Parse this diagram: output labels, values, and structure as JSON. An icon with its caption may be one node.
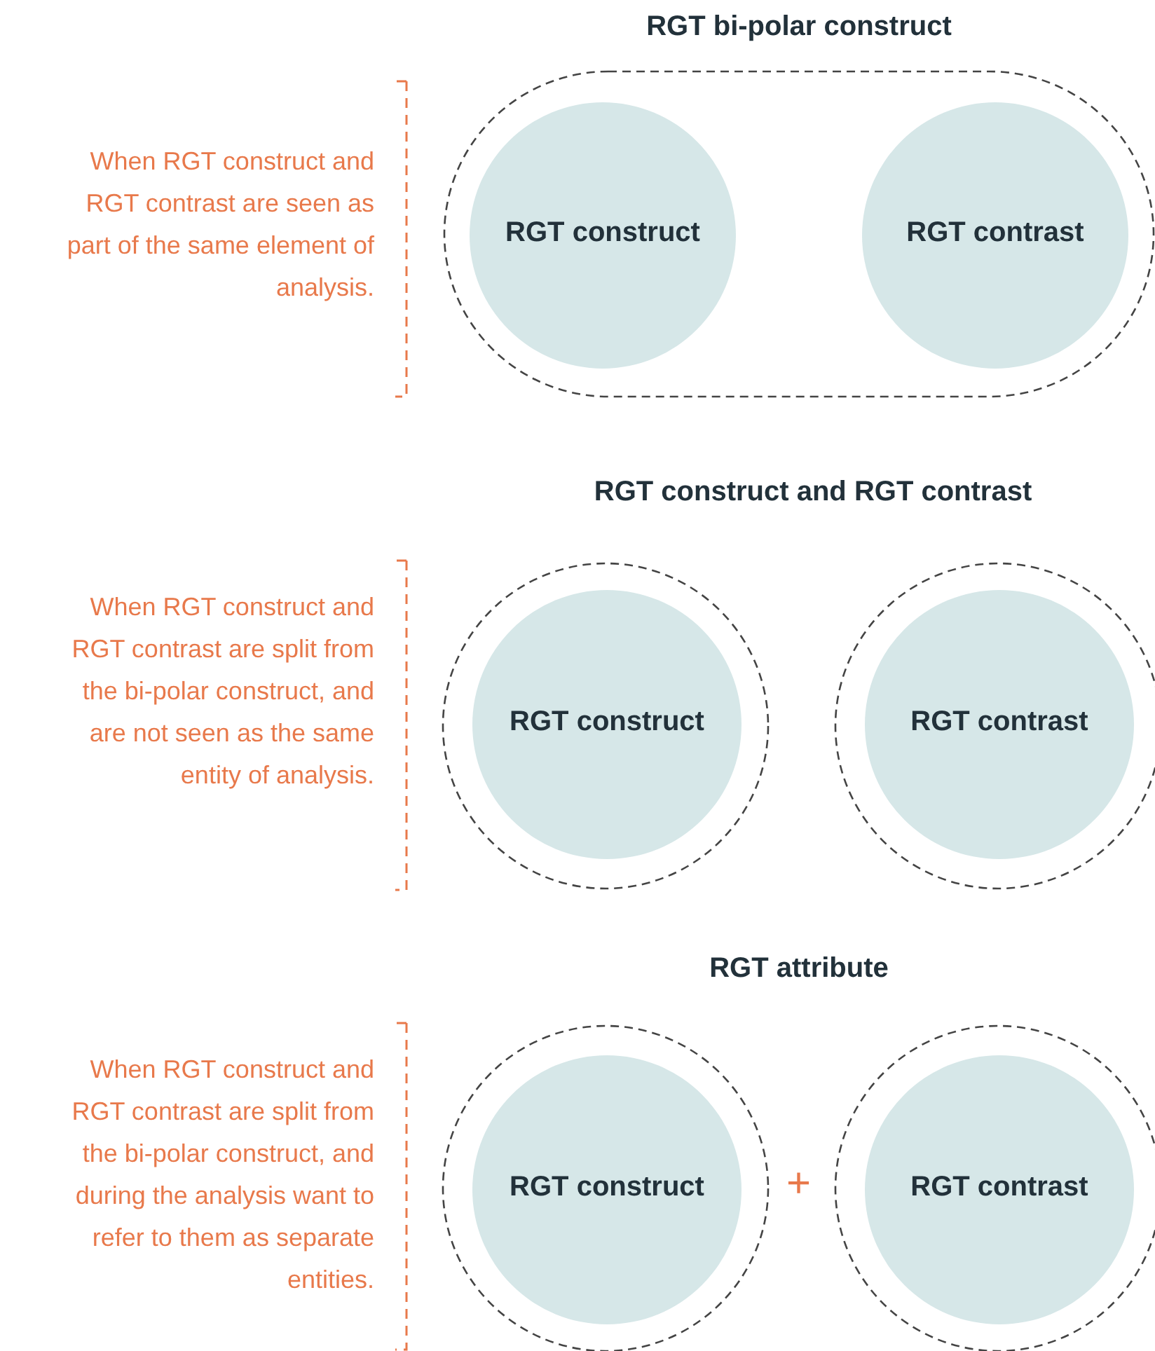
{
  "diagram": {
    "nodes": [
      {
        "text": [
          "RGT bi-polar construct"
        ],
        "beside": [
          "When RGT construct and RGT contrast are seen as part of the same element of analysis."
        ]
      },
      {
        "text": [
          "RGT construct"
        ],
        "in": 0
      },
      {
        "text": [
          "RGT contrast"
        ],
        "in": 0
      },
      {
        "text": [],
        "shape": "circle"
      },
      {
        "text": [
          "RGT construct"
        ],
        "in": 3
      },
      {
        "text": [],
        "shape": "circle"
      },
      {
        "text": [
          "RGT contrast"
        ],
        "in": 5
      },
      {
        "text": [],
        "shape": "circle"
      },
      {
        "text": [
          "RGT construct"
        ],
        "in": 7
      },
      {
        "text": [],
        "shape": "circle"
      },
      {
        "text": [
          "RGT contrast"
        ],
        "in": 9
      }
    ],
    "labels": [
      "RGT construct and RGT contrast",
      "When RGT construct and RGT contrast are split from the bi-polar construct, and are not seen as the same entity of analysis.",
      "RGT attribute",
      "When RGT construct and RGT contrast are split from the bi-polar construct, and during the analysis want to refer to them as separate entities.",
      "+"
    ]
  }
}
